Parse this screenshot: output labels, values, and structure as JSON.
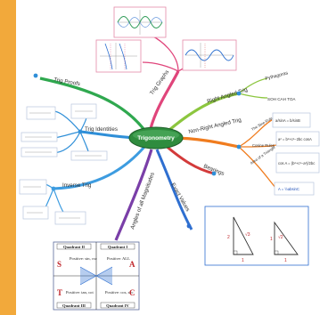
{
  "center": {
    "title": "Trigonometry"
  },
  "branches": {
    "trig_graphs": "Trig Graphs",
    "trig_proofs": "Trig Proofs",
    "trig_identities": "Trig Identities",
    "inverse_trig": "Inverse Trig",
    "angles_all_magnitudes": "Angles of all Magnitudes",
    "exact_values": "Exact Values",
    "bearings": "Bearings",
    "non_right_angled_trig": "Non-Right Angled Trig",
    "right_angled_trig": "Right Angled Trig"
  },
  "leaves": {
    "pythagoras": "Pythagoras",
    "sohcahtoa": "SOH CAH TOA",
    "sine_rule": "The Sine Rule",
    "cosine_rule": "Cosine Rules",
    "area_triangle": "Area of a Triangle"
  },
  "formulas": {
    "sine_rule": "a/sinA = b/sinB",
    "cosine_rule_1": "a² = b²+c²−2bc cosA",
    "cosine_rule_2": "cos A = (b²+c²−a²)/2bc",
    "area": "A = ½absinC"
  },
  "quadrants": {
    "q1_title": "Quadrant I",
    "q2_title": "Quadrant II",
    "q3_title": "Quadrant III",
    "q4_title": "Quadrant IV",
    "q1_text": "Positive: ALL",
    "q2_text": "Positive: sin, csc",
    "q3_text": "Positive: tan, cot",
    "q4_text": "Positive: cos, sec",
    "letter_s": "S",
    "letter_a": "A",
    "letter_t": "T",
    "letter_c": "C"
  },
  "exact_values": {
    "t1_side_a": "2",
    "t1_side_b": "√3",
    "t1_side_c": "1",
    "t2_side_a": "√2",
    "t2_side_b": "1",
    "t2_side_c": "1"
  },
  "colors": {
    "background": "#f2a93b",
    "card": "#ffffff",
    "graphs_branch": "#e0457b",
    "proofs_branch": "#2fa84f",
    "identities_branch": "#2f8fd8",
    "inverse_branch": "#3d9ce0",
    "angles_branch": "#7a3fa8",
    "exact_branch": "#2f6fd0",
    "bearings_branch": "#d33a3a",
    "nonright_branch": "#f07c1e",
    "right_branch": "#8cc63f",
    "center_fill": "#2f8c3e"
  }
}
